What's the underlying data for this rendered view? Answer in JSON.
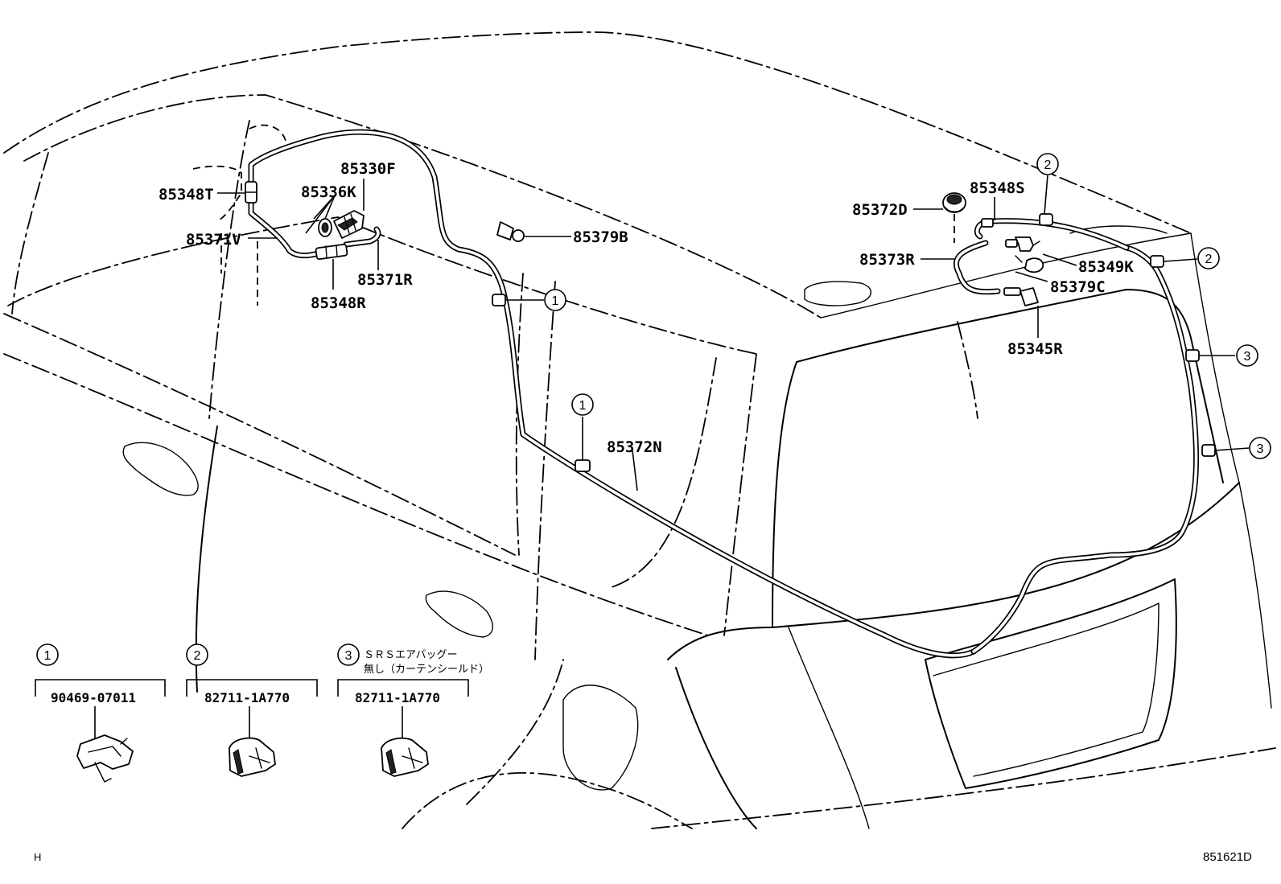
{
  "diagram": {
    "reference_code": "851621D",
    "corner_mark": "H",
    "labels": {
      "p85330F": "85330F",
      "p85336K": "85336K",
      "p85348T": "85348T",
      "p85371V": "85371V",
      "p85371R": "85371R",
      "p85348R": "85348R",
      "p85379B": "85379B",
      "p85372D": "85372D",
      "p85348S": "85348S",
      "p85373R": "85373R",
      "p85349K": "85349K",
      "p85379C": "85379C",
      "p85345R": "85345R",
      "p85372N": "85372N"
    },
    "callouts": {
      "c1": "1",
      "c2": "2",
      "c3": "3"
    },
    "legend": [
      {
        "num": "1",
        "part": "90469-07011",
        "note_line1": "",
        "note_line2": ""
      },
      {
        "num": "2",
        "part": "82711-1A770",
        "note_line1": "",
        "note_line2": ""
      },
      {
        "num": "3",
        "part": "82711-1A770",
        "note_line1": "ＳＲＳエアバッグー",
        "note_line2": "無し（カーテンシールド）"
      }
    ]
  }
}
